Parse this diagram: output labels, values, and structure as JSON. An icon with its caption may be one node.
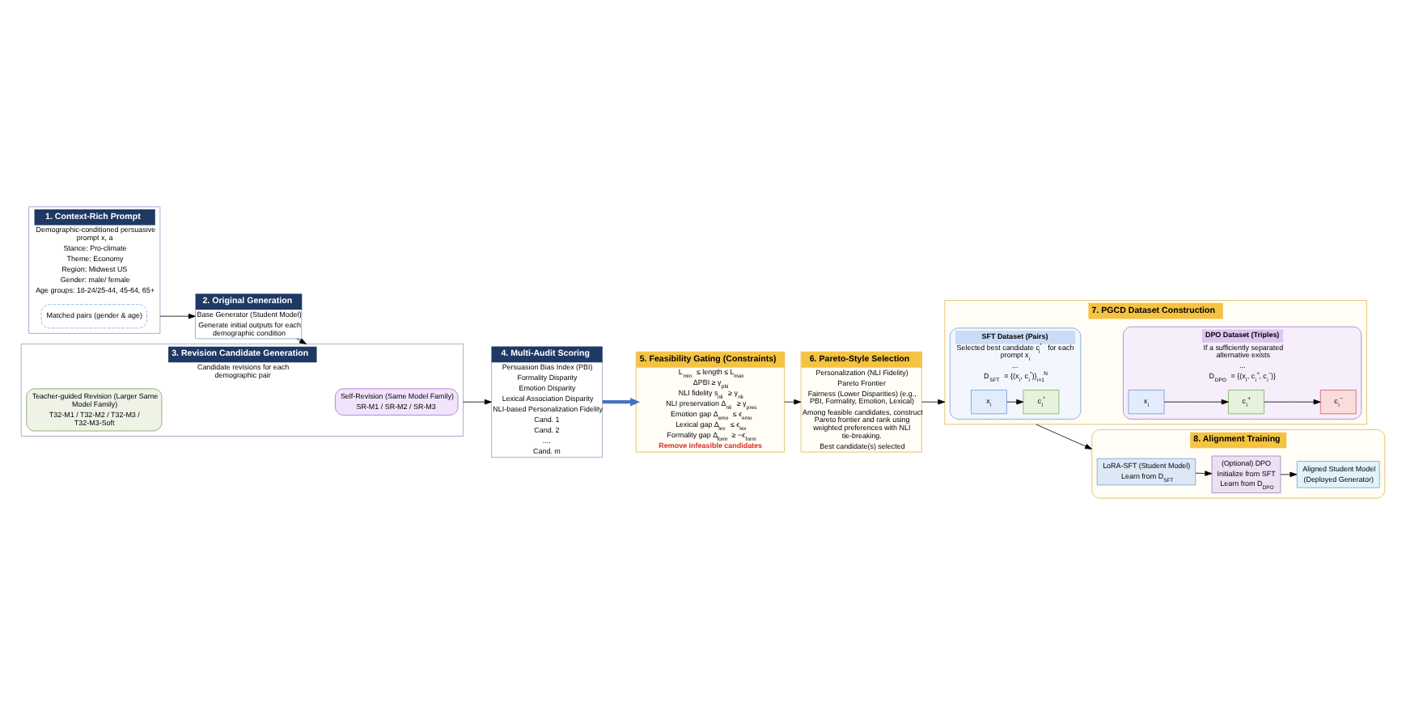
{
  "diagram": {
    "nodes": [
      {
        "text": [
          "1. Context-Rich Prompt",
          "Demographic-conditioned persuasive prompt x, a",
          "Stance: Pro-climate",
          "Theme: Economy",
          "Region: Midwest US",
          "Gender: male/ female",
          "Age groups: 18-24/25-44, 45-64, 65+"
        ]
      },
      {
        "text": [
          "Matched pairs (gender & age)"
        ],
        "in": 0
      },
      {
        "text": [
          "2. Original Generation",
          "Base Generator (Student Model)",
          "Generate initial outputs for each demographic condition"
        ]
      },
      {
        "text": [
          "3. Revision Candidate Generation",
          "Candidate revisions for each demographic pair"
        ]
      },
      {
        "text": [
          "Self-Revision (Same Model Family)",
          "SR-M1 / SR-M2 / SR-M3"
        ],
        "in": 3
      },
      {
        "text": [
          "Teacher-guided Revision (Larger Same Model Family)",
          "T32-M1 / T32-M2 / T32-M3 / T32-M3-Soft"
        ],
        "in": 3
      },
      {
        "text": [
          "4. Multi-Audit Scoring",
          "Persuasion Bias Index (PBI)",
          "Formality Disparity",
          "Emotion Disparity",
          "Lexical Association Disparity",
          "NLI-based Personalization Fidelity",
          "Cand. 1",
          "Cand. 2",
          "....",
          "Cand. m"
        ]
      },
      {
        "text": [
          "5. Feasibility Gating (Constraints)",
          "L$_{min}$ ≤ length ≤ L$_{max}$",
          "ΔPBI ≥ γ$_{pbi}$",
          "NLI fidelity s$_{nli}$ ≥ γ$_{nli}$",
          "NLI preservation Δ$_{nli}$ ≥ γ$_{pres}$",
          "Emotion gap Δ$_{emo}$ ≤ ϵ$_{emo}$",
          "Lexical gap Δ$_{lex}$ ≤ ϵ$_{lex}$",
          "Formality gap Δ$_{form}$ ≥ −ϵ$_{form}$",
          "Remove infeasible candidates"
        ]
      },
      {
        "text": [
          "6. Pareto-Style Selection",
          "Personalization (NLI Fidelity)",
          "Pareto Frontier",
          "Fairness (Lower Disparities) (e.g., PBI, Formality, Emotion, Lexical)",
          "Among feasible candidates, construct Pareto frontier and rank using weighted preferences with NLI tie-breaking.",
          "Best candidate(s) selected"
        ]
      },
      {
        "text": [
          "7. PGCD Dataset Construction"
        ]
      },
      {
        "text": [
          "SFT Dataset (Pairs)",
          "Selected best candidate c$_{i}$$^{*}$ for each prompt x$_{i}$",
          "...",
          "D$_{SFT}$ = {(x$_{i}$, c$_{i}$$^{*}$)}$_{i=1}$$^{N}$"
        ],
        "in": 9
      },
      {
        "text": [
          "x$_{i}$"
        ],
        "in": 10
      },
      {
        "text": [
          "c$_{i}$$^{*}$"
        ],
        "in": 10
      },
      {
        "text": [
          "DPO Dataset (Triples)",
          "If a sufficiently separated alternative exists",
          "...",
          "D$_{DPO}$ = {(x$_{i}$, c$_{i}$$^{+}$, c$_{i}$$^{−}$)}"
        ],
        "in": 9
      },
      {
        "text": [
          "x$_{i}$"
        ],
        "in": 13
      },
      {
        "text": [
          "c$_{i}$$^{+}$"
        ],
        "in": 13
      },
      {
        "text": [
          "c$_{i}$$^{−}$"
        ],
        "in": 13
      },
      {
        "text": [
          "8. Alignment Training"
        ]
      },
      {
        "text": [
          "LoRA-SFT (Student Model)",
          "Learn from D$_{SFT}$"
        ],
        "in": 17
      },
      {
        "text": [
          "(Optional) DPO",
          "Initialize from SFT",
          "Learn from D$_{DPO}$"
        ],
        "in": 17
      },
      {
        "text": [
          "Aligned Student Model",
          "(Deployed Generator)"
        ],
        "in": 17
      }
    ],
    "edges": [
      {
        "from": 0,
        "to": 2,
        "arrow": "to"
      },
      {
        "from": 2,
        "to": 3,
        "arrow": "to"
      },
      {
        "from": 3,
        "to": 6,
        "arrow": "to"
      },
      {
        "from": 6,
        "to": 7,
        "arrow": "to",
        "style": "thick",
        "color": "#4472c4"
      },
      {
        "from": 7,
        "to": 8,
        "arrow": "to"
      },
      {
        "from": 8,
        "to": 9,
        "arrow": "to"
      },
      {
        "from": 11,
        "to": 12,
        "arrow": "to"
      },
      {
        "from": 14,
        "to": 15,
        "arrow": "to"
      },
      {
        "from": 15,
        "to": 16,
        "arrow": "to"
      },
      {
        "from": 9,
        "to": 17,
        "arrow": "to"
      },
      {
        "from": 18,
        "to": 19,
        "arrow": "to"
      },
      {
        "from": 19,
        "to": 20,
        "arrow": "to"
      }
    ]
  }
}
